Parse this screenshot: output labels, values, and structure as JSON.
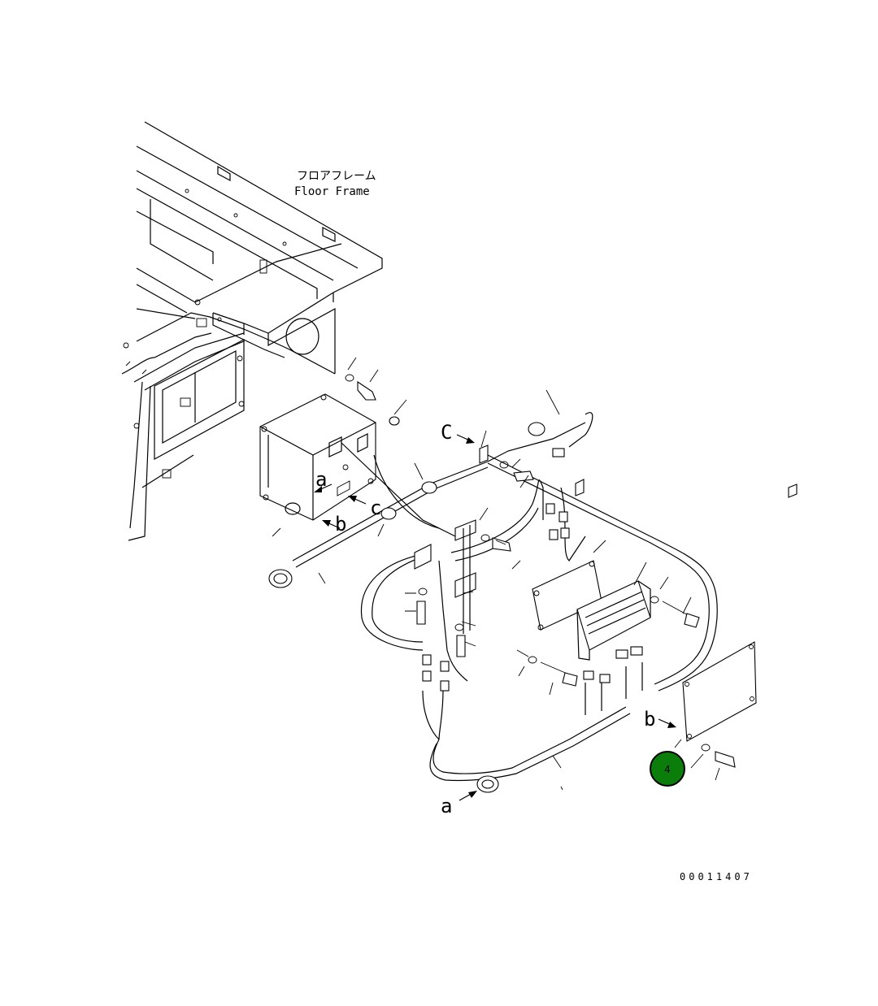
{
  "diagram": {
    "title_jp": "フロアフレーム",
    "title_en": "Floor Frame",
    "drawing_number": "00011407",
    "callout_label": "4",
    "callout_color": "#0a7d0a",
    "view_labels": {
      "a_top": "a",
      "b_top": "b",
      "c_top": "c",
      "c_left": "C",
      "b_right": "b",
      "a_bottom": "a"
    }
  }
}
